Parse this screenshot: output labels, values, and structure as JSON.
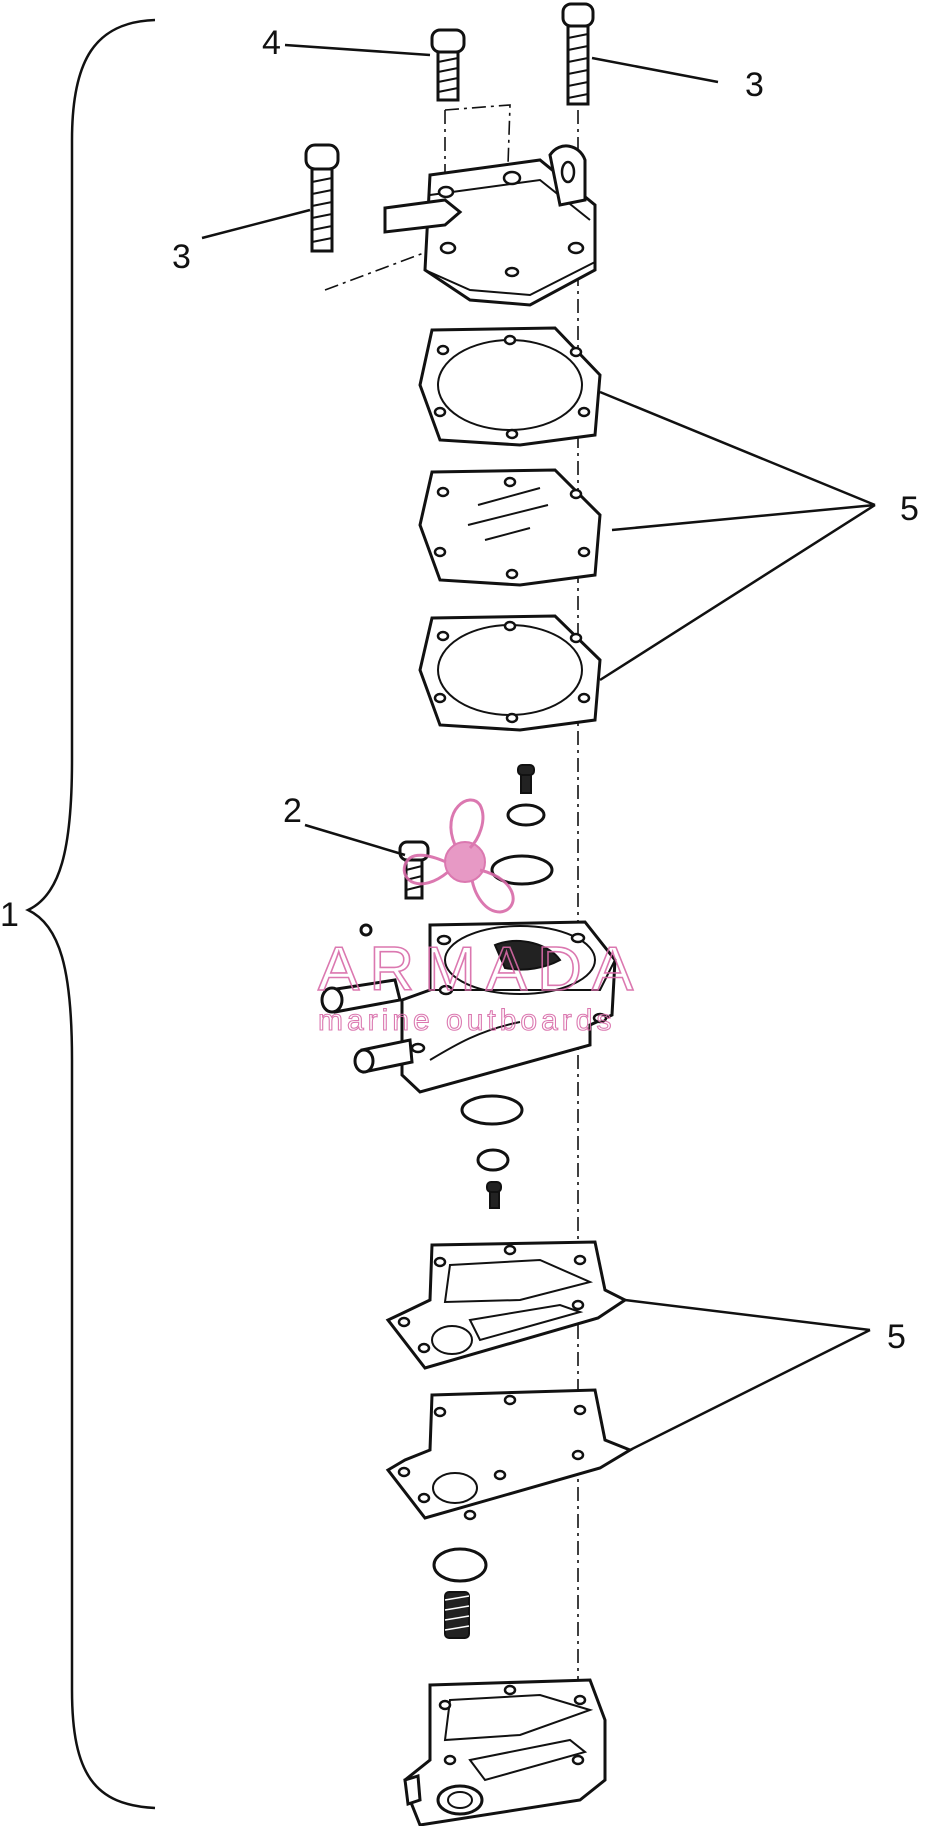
{
  "diagram": {
    "callouts": {
      "c1": "1",
      "c2": "2",
      "c3a": "3",
      "c3b": "3",
      "c4": "4",
      "c5a": "5",
      "c5b": "5"
    },
    "watermark": {
      "brand": "ARMADA",
      "tagline": "marine outboards",
      "color": "#d86aa8"
    },
    "icons": [
      "propeller-logo-icon"
    ]
  }
}
